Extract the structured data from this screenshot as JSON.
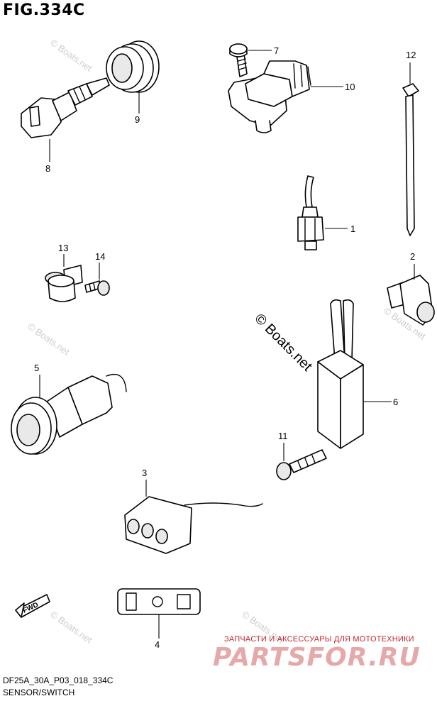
{
  "figure": {
    "title": "FIG.334C"
  },
  "callouts": [
    "1",
    "2",
    "3",
    "4",
    "5",
    "6",
    "7",
    "8",
    "9",
    "10",
    "11",
    "12",
    "13",
    "14"
  ],
  "watermark": {
    "diag": "© Boats.net",
    "small": "© Boats.net"
  },
  "shop": {
    "tagline": "ЗАПЧАСТИ И АКСЕССУАРЫ ДЛЯ МОТОТЕХНИКИ",
    "logo": "PARTSFOR.RU"
  },
  "footer": {
    "code": "DF25A_30A_P03_018_334C",
    "name": "SENSOR/SWITCH"
  },
  "fwd_label": "FWD"
}
